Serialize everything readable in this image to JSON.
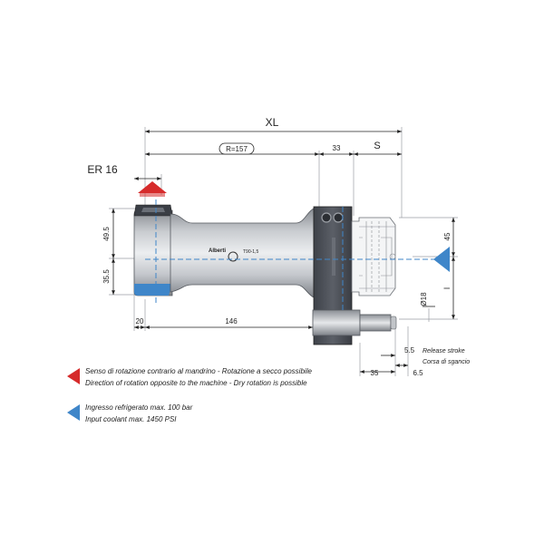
{
  "dimensions": {
    "xl": "XL",
    "radius": "R=157",
    "d33": "33",
    "s": "S",
    "er": "ER 16",
    "d49_5": "49.5",
    "d35_5": "35.5",
    "d20": "20",
    "d146": "146",
    "d45": "45",
    "l": "l",
    "d_dia18": "Ø18",
    "d5_5": "5.5",
    "d35": "35",
    "d6_5": "6.5"
  },
  "stroke_notes": {
    "release_en": "Release stroke",
    "release_it": "Corsa di sgancio"
  },
  "body_marking": {
    "brand": "Alberti",
    "model": "T90-1,5"
  },
  "legend": [
    {
      "marker": "red-triangle",
      "color": "#d62b2b",
      "line_it": "Senso di rotazione contrario al mandrino - Rotazione a secco possibile",
      "line_en": "Direction of rotation opposite to the machine - Dry rotation is possible"
    },
    {
      "marker": "blue-triangle",
      "color": "#3f86c9",
      "line_it": "Ingresso refrigerato max. 100 bar",
      "line_en": "Input coolant max. 1450 PSI"
    }
  ],
  "colors": {
    "rotation_marker": "#d62b2b",
    "coolant_marker": "#3f86c9",
    "body_gray": "#a9adb3",
    "flange_dark": "#4c5058"
  }
}
